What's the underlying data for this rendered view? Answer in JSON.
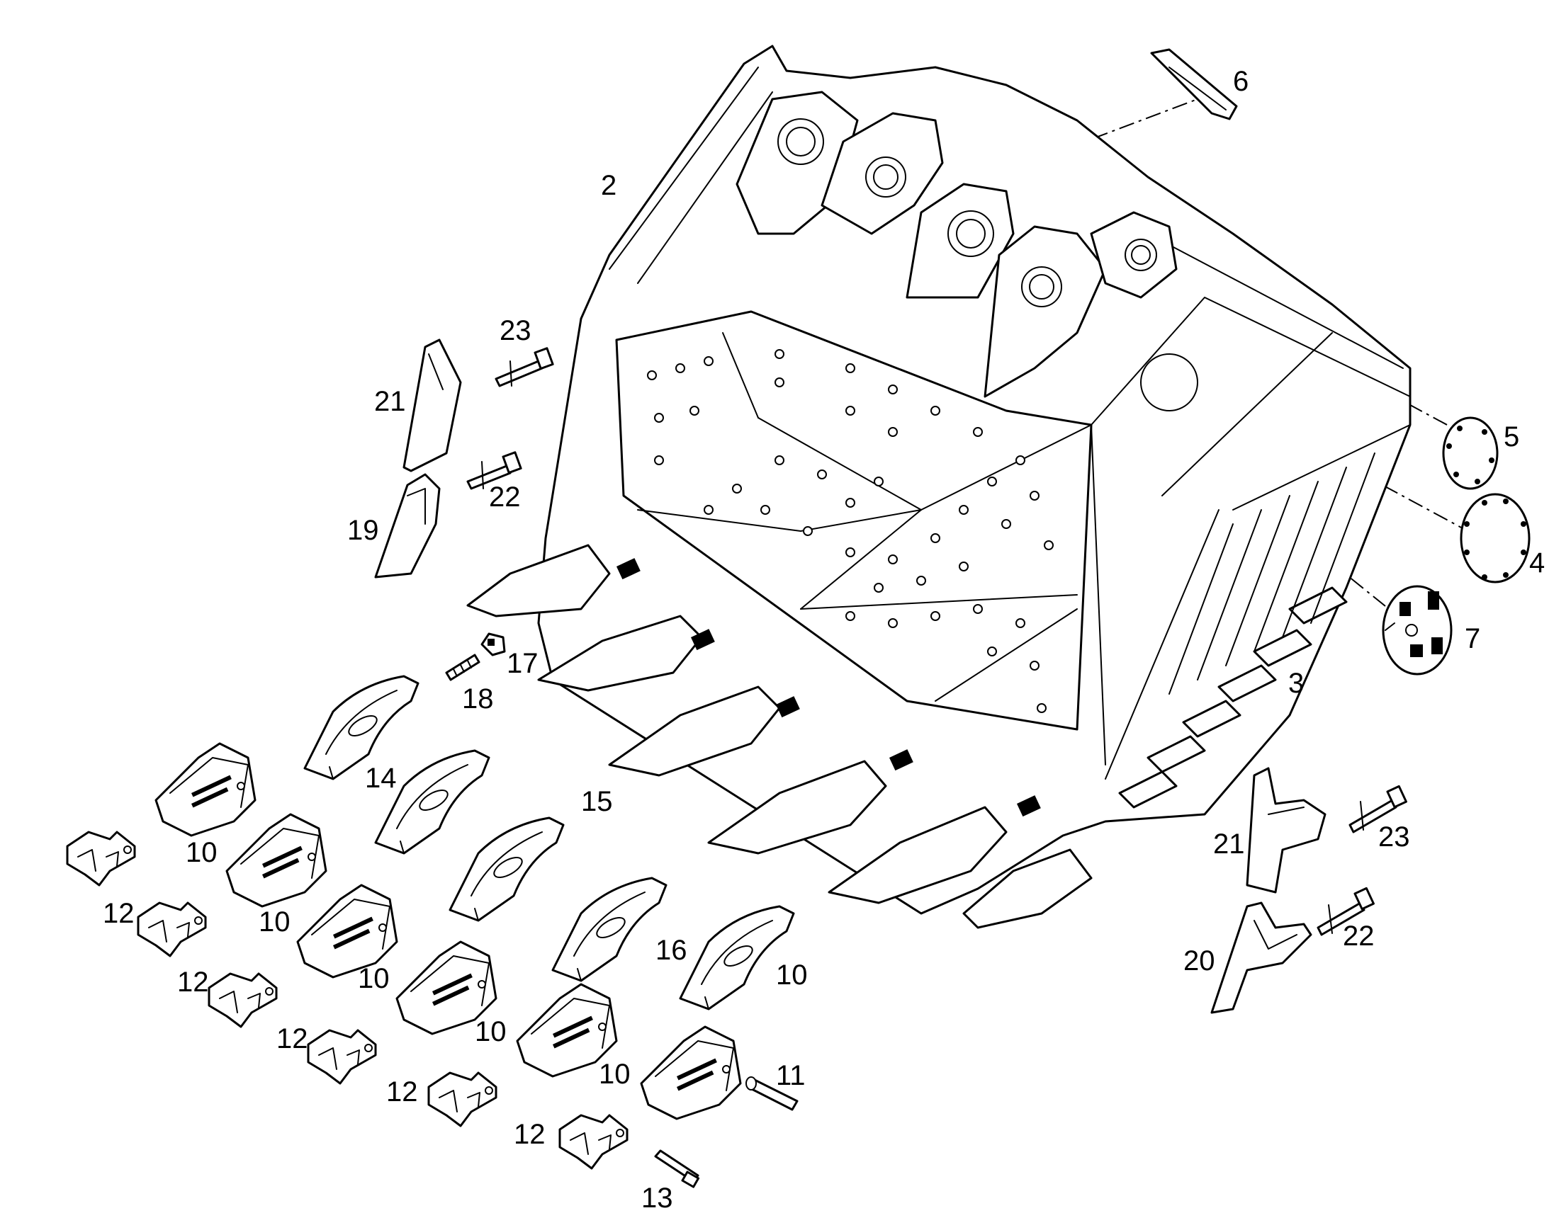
{
  "callouts": {
    "c2": "2",
    "c3": "3",
    "c4": "4",
    "c5": "5",
    "c6": "6",
    "c7": "7",
    "c10a": "10",
    "c10b": "10",
    "c10c": "10",
    "c10d": "10",
    "c10e": "10",
    "c10f": "10",
    "c11": "11",
    "c12a": "12",
    "c12b": "12",
    "c12c": "12",
    "c12d": "12",
    "c12e": "12",
    "c13": "13",
    "c14": "14",
    "c15": "15",
    "c16": "16",
    "c17": "17",
    "c18": "18",
    "c19": "19",
    "c20": "20",
    "c21a": "21",
    "c21b": "21",
    "c22a": "22",
    "c22b": "22",
    "c23a": "23",
    "c23b": "23"
  },
  "colors": {
    "line": "#000000",
    "background": "#ffffff"
  }
}
